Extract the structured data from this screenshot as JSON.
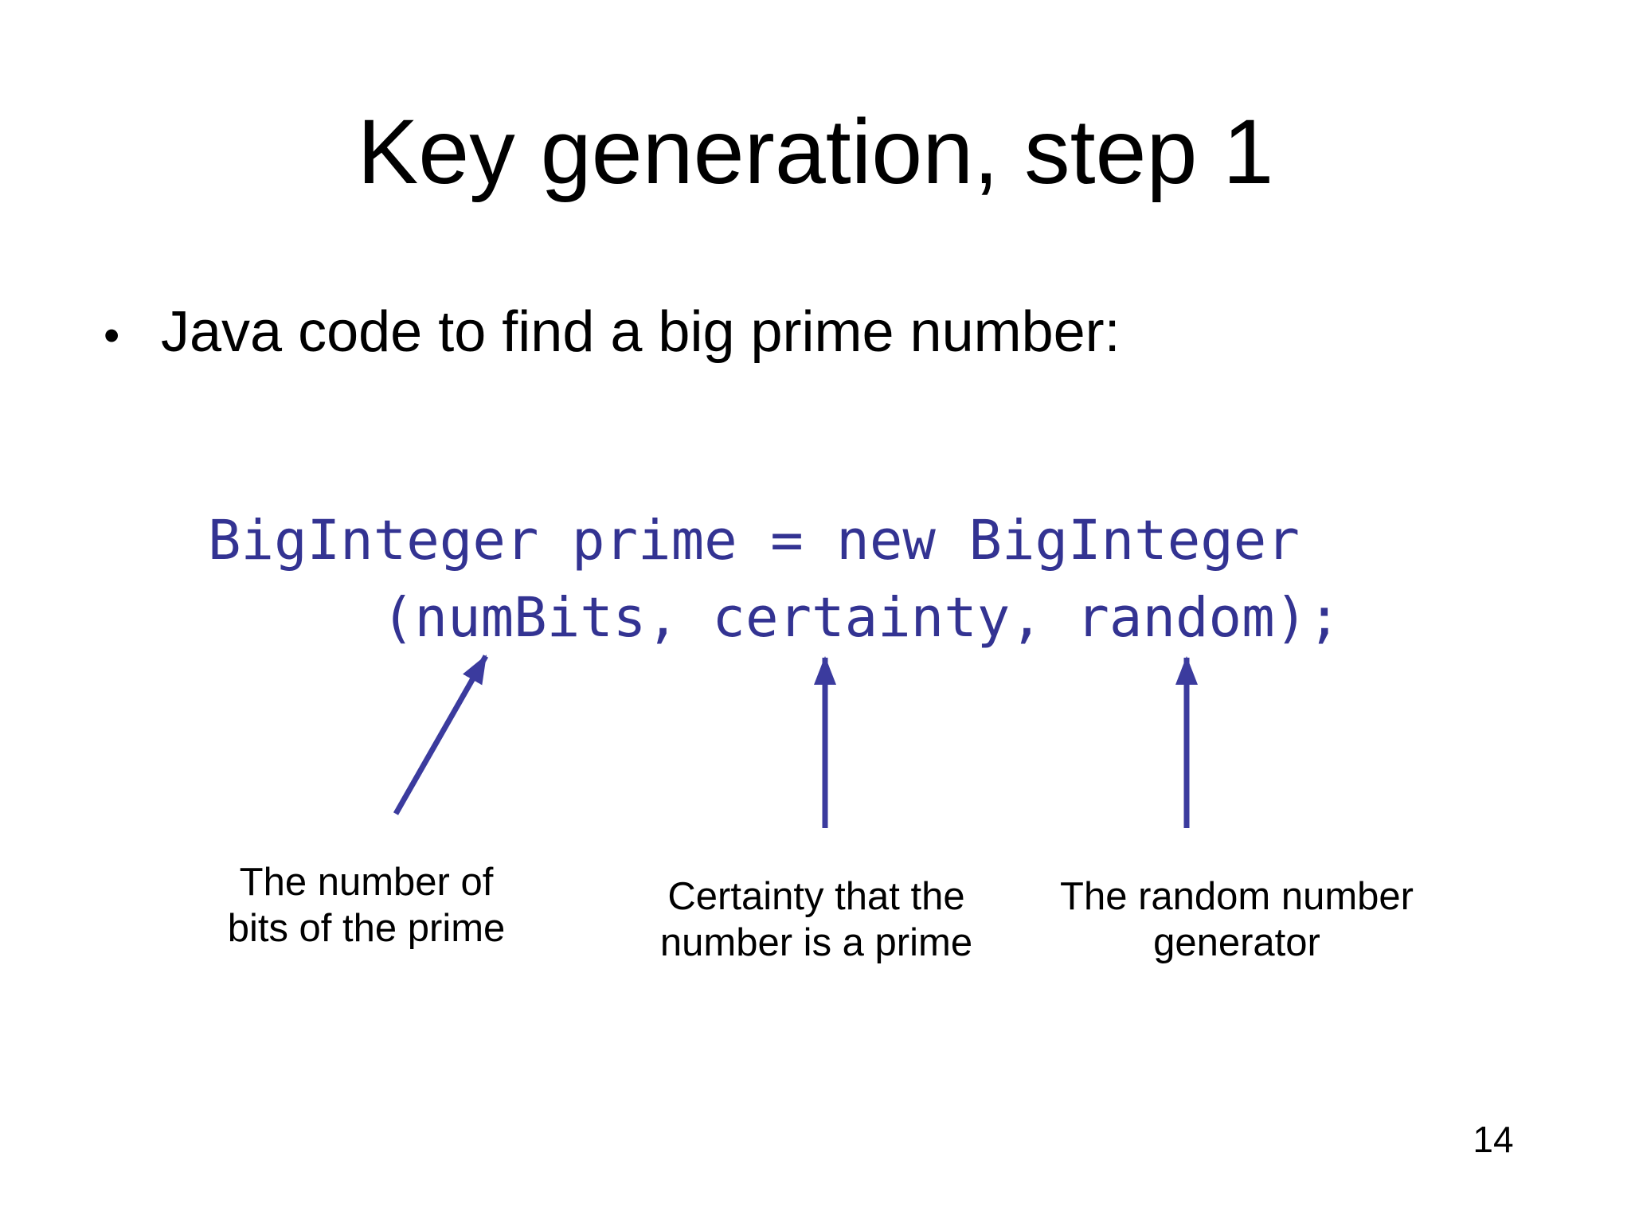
{
  "slide": {
    "title": "Key generation, step 1",
    "bullet": {
      "marker": "•",
      "text": "Java code to find a big prime number:"
    },
    "code": {
      "line1": "BigInteger prime = new BigInteger",
      "line2": "(numBits, certainty, random);"
    },
    "annotations": [
      {
        "target": "numBits",
        "line1": "The number of",
        "line2": "bits of the prime"
      },
      {
        "target": "certainty",
        "line1": "Certainty that the",
        "line2": "number is a prime"
      },
      {
        "target": "random",
        "line1": "The random number",
        "line2": "generator"
      }
    ],
    "page_number": "14",
    "colors": {
      "code_text": "#333392",
      "arrow": "#3b3b9e",
      "body_text": "#000000",
      "background": "#ffffff"
    }
  }
}
